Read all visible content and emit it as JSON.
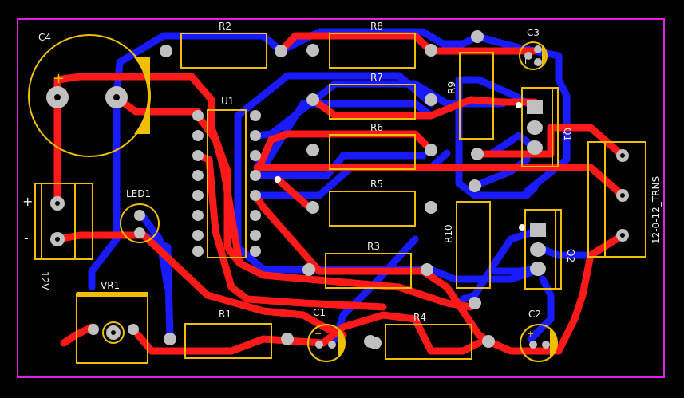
{
  "colors": {
    "background": "#000000",
    "board_outline": "#e020e0",
    "bottom_trace": "#1a1aff",
    "top_trace": "#ff1a1a",
    "silkscreen": "#f0c000",
    "pad": "#c0c0c0",
    "pad_hole": "#000000"
  },
  "labels": {
    "c4": "C4",
    "r2": "R2",
    "r8": "R8",
    "c3": "C3",
    "u1": "U1",
    "r7": "R7",
    "r9": "R9",
    "r6": "R6",
    "q1": "Q1",
    "led1": "LED1",
    "r5": "R5",
    "trns": "12-0-12_TRNS",
    "r10": "R10",
    "q2": "Q2",
    "r3": "R3",
    "j12v": "12V",
    "vr1": "VR1",
    "r1": "R1",
    "c1": "C1",
    "r4": "R4",
    "c2": "C2",
    "c4_plus": "+",
    "c3_plus": "+",
    "c1_plus": "+",
    "c2_plus": "+",
    "pwr_plus": "+",
    "pwr_minus": "-"
  }
}
